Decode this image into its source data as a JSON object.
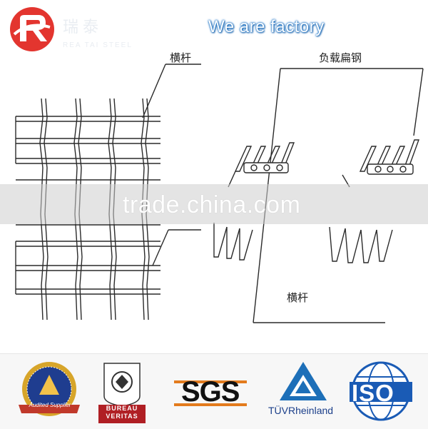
{
  "header": {
    "headline": "We are factory",
    "brand_name_faint_cn": "瑞泰",
    "brand_name_faint_en": "REA TAI STEEL"
  },
  "drawing": {
    "label_crossbar_top": "横杆",
    "label_bearing_bar": "负载扁钢",
    "label_crossbar_bottom": "横杆"
  },
  "watermark": {
    "text": "trade.china.com"
  },
  "certifications": {
    "seal_ribbon": "Audited Supplier",
    "bureau_veritas": "BUREAU\nVERITAS",
    "sgs": "SGS",
    "tuv": "TÜVRheinland",
    "iso": "ISO"
  },
  "colors": {
    "brand_red": "#e3352f",
    "headline_glow": "#1a74c8",
    "line": "#2a2a2a",
    "bv_red": "#b01f24",
    "tuv_blue": "#1d6fb8",
    "iso_blue": "#1a5bb5"
  }
}
